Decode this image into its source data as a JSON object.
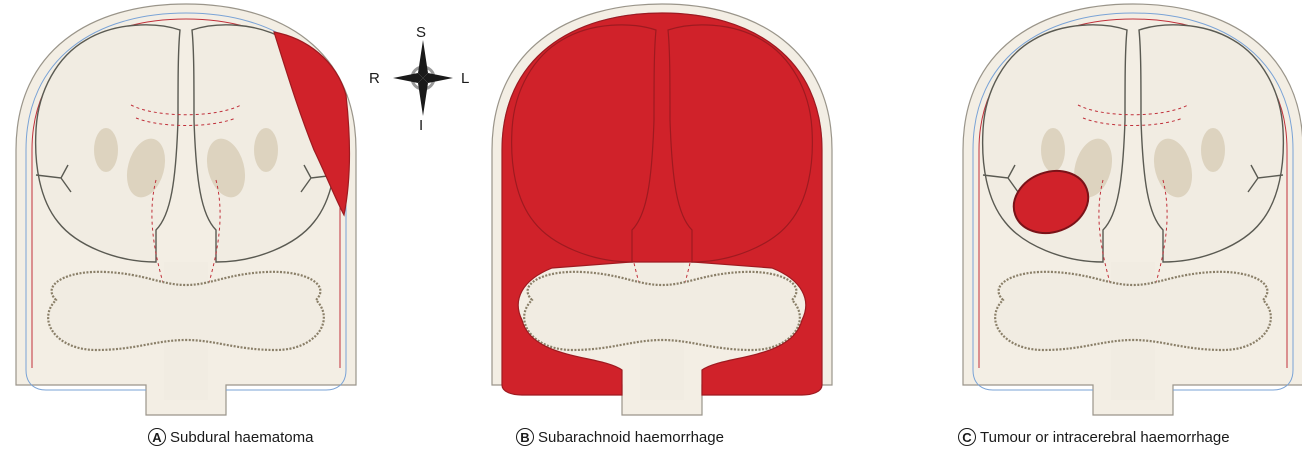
{
  "compass": {
    "superior": "S",
    "inferior": "I",
    "right": "R",
    "left": "L"
  },
  "panels": [
    {
      "letter": "A",
      "caption": "Subdural haematoma"
    },
    {
      "letter": "B",
      "caption": "Subarachnoid haemorrhage"
    },
    {
      "letter": "C",
      "caption": "Tumour or intracerebral haemorrhage"
    }
  ],
  "colors": {
    "blood": "#d0222a",
    "blood_dark": "#9e1a20",
    "skull": "#f3eee4",
    "brain": "#f1ece2",
    "deep_nuclei": "#ddd3bf",
    "outline": "#5a5a52",
    "arachnoid_line": "#7aa3d6",
    "pia_line": "#c0303a"
  }
}
